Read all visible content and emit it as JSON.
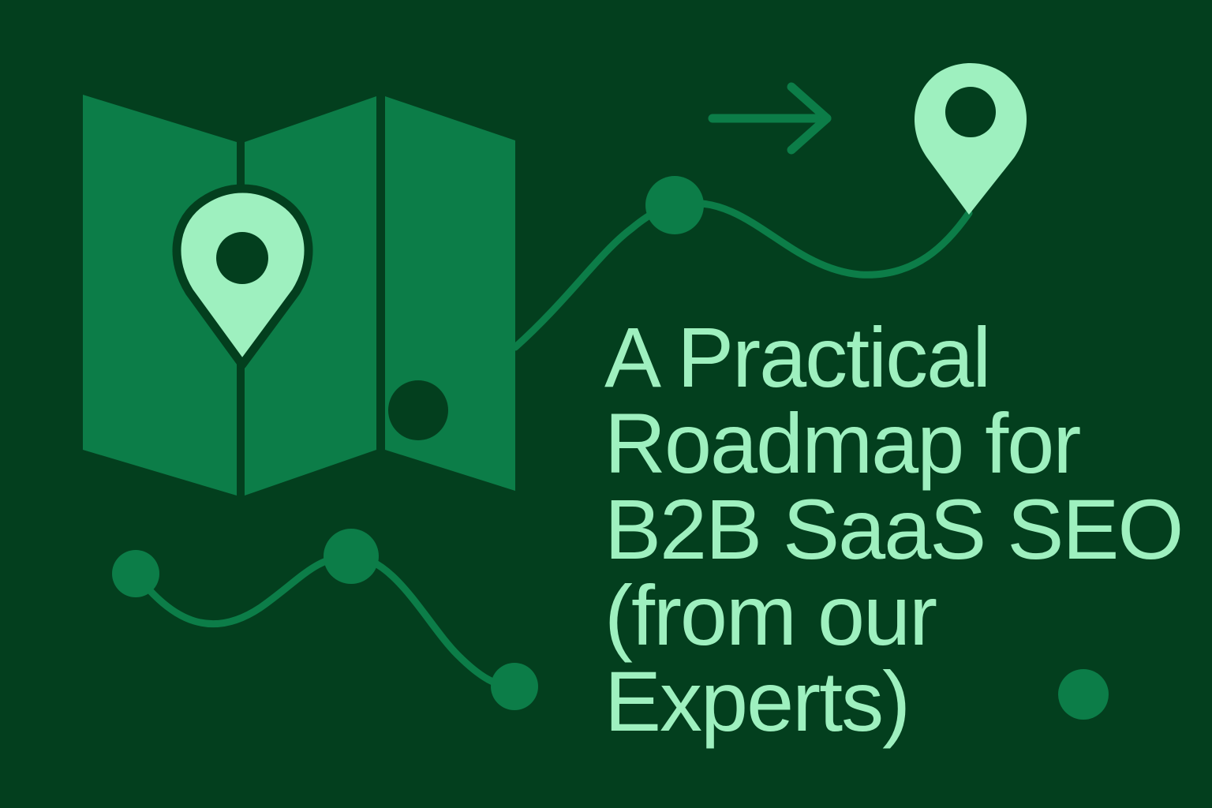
{
  "title": {
    "lines": [
      "A Practical",
      "Roadmap for",
      "B2B SaaS SEO",
      "(from our",
      "Experts)"
    ]
  },
  "colors": {
    "background": "#033f1e",
    "map": "#0c7d48",
    "accent": "#9ef0bf"
  },
  "icons": [
    "folded-map-icon",
    "map-pin-icon",
    "arrow-right-icon",
    "route-dot-icon"
  ]
}
